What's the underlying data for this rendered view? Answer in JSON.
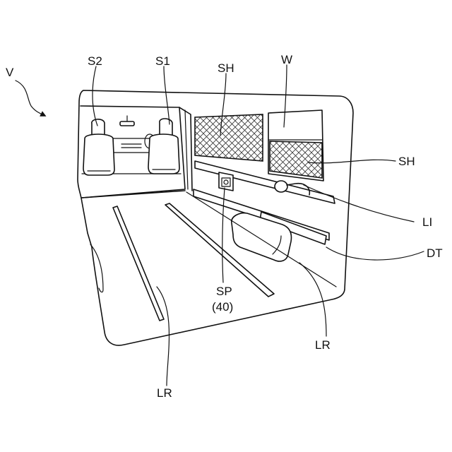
{
  "labels": {
    "vehicle": "V",
    "seat2": "S2",
    "seat1": "S1",
    "shade_upper": "SH",
    "window": "W",
    "shade_right": "SH",
    "light": "LI",
    "deck": "DT",
    "speaker_line1": "SP",
    "speaker_line2": "(40)",
    "rail_right": "LR",
    "rail_bottom": "LR"
  }
}
